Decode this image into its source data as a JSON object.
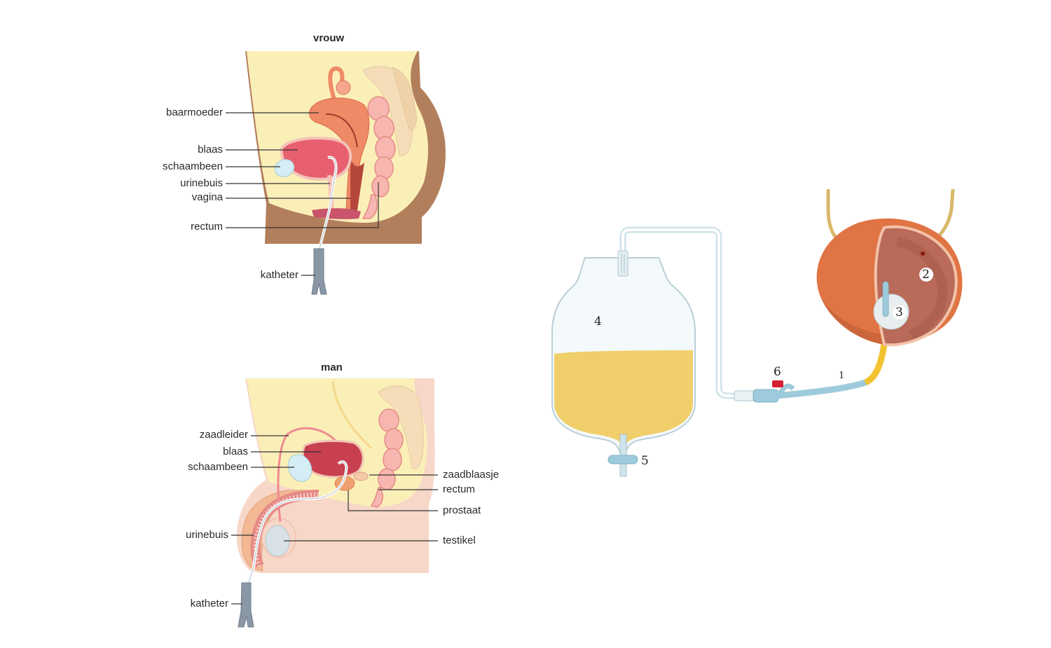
{
  "female": {
    "title": "vrouw",
    "labels": {
      "baarmoeder": "baarmoeder",
      "blaas": "blaas",
      "schaambeen": "schaambeen",
      "urinebuis": "urinebuis",
      "vagina": "vagina",
      "rectum": "rectum",
      "katheter": "katheter"
    }
  },
  "male": {
    "title": "man",
    "labels": {
      "zaadleider": "zaadleider",
      "blaas": "blaas",
      "schaambeen": "schaambeen",
      "urinebuis": "urinebuis",
      "katheter": "katheter",
      "zaadblaasje": "zaadblaasje",
      "rectum": "rectum",
      "prostaat": "prostaat",
      "testikel": "testikel"
    }
  },
  "drainage": {
    "n1": "1",
    "n2": "2",
    "n3": "3",
    "n4": "4",
    "n5": "5",
    "n6": "6"
  },
  "colors": {
    "skin": "#b27f5c",
    "skin_light": "#f7d7c7",
    "belly": "#fbefb8",
    "uterus": "#ef8a66",
    "bladder": "#e8606f",
    "bladder_male": "#c8404f",
    "urine": "#f0cf6a",
    "tube": "#cfe3ea",
    "bladder_organ": "#e07444"
  }
}
